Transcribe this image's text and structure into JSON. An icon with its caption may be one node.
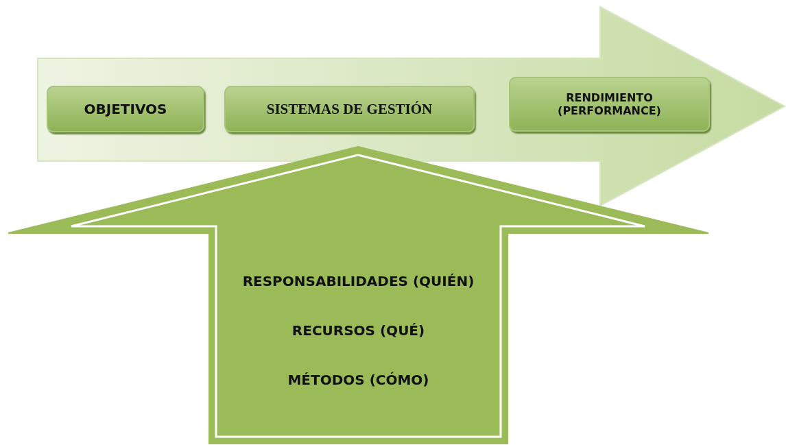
{
  "diagram": {
    "nodes": [
      {
        "text": [],
        "shape": "arrow"
      },
      {
        "text": [
          "OBJETIVOS"
        ],
        "in": 0
      },
      {
        "text": [
          "SISTEMAS DE GESTIÓN"
        ],
        "in": 0
      },
      {
        "text": [
          "RENDIMIENTO (PERFORMANCE)"
        ],
        "in": 0
      },
      {
        "text": [
          "RESPONSABILIDADES (QUIÉN)",
          "RECURSOS (QUÉ)",
          "MÉTODOS (CÓMO)"
        ]
      }
    ],
    "edges": []
  }
}
